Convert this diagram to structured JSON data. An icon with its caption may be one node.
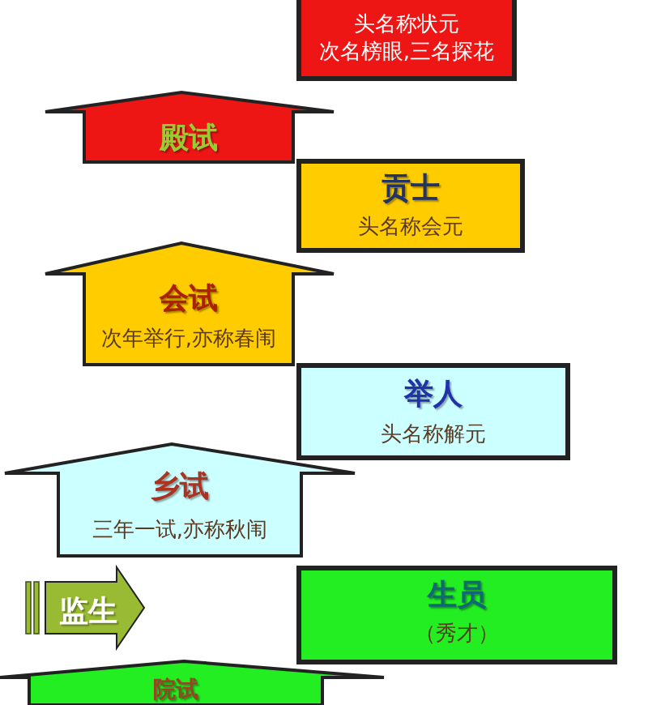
{
  "diagram": {
    "nodes": [
      {
        "text": [
          "头名称状元",
          "次名榜眼,三名探花"
        ]
      },
      {
        "text": [
          "殿试"
        ]
      },
      {
        "text": [
          "贡士",
          "头名称会元"
        ]
      },
      {
        "text": [
          "会试",
          "次年举行,亦称春闱"
        ]
      },
      {
        "text": [
          "举人",
          "头名称解元"
        ]
      },
      {
        "text": [
          "乡试",
          "三年一试,亦称秋闱"
        ]
      },
      {
        "text": [
          "监生"
        ]
      },
      {
        "text": [
          "生员",
          "（秀才）"
        ]
      },
      {
        "text": [
          "院试"
        ]
      }
    ]
  }
}
